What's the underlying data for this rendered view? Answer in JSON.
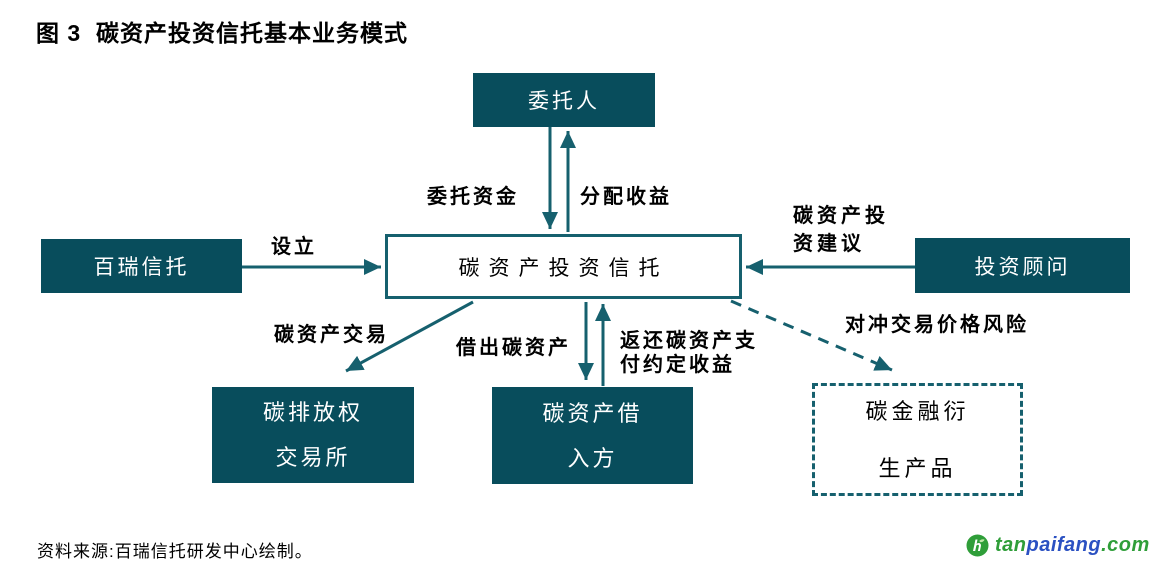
{
  "title": "图 3  碳资产投资信托基本业务模式",
  "nodes": {
    "client": "委托人",
    "trust": "碳资产投资信托",
    "bairui": "百瑞信托",
    "advisor": "投资顾问",
    "exchange": "碳排放权\n交易所",
    "borrower": "碳资产借\n入方",
    "derivatives": "碳金融衍\n生产品"
  },
  "edges": {
    "entrust": "委托资金",
    "distribute": "分配收益",
    "establish": "设立",
    "advice": "碳资产投\n资建议",
    "trading": "碳资产交易",
    "lend": "借出碳资产",
    "repay": "返还碳资产支\n付约定收益",
    "hedge": "对冲交易价格风险"
  },
  "footer": {
    "source": "资料来源:百瑞信托研发中心绘制。",
    "logo": {
      "tan": "tan",
      "paifang": "paifang",
      "com": ".com"
    }
  },
  "colors": {
    "box_fill": "#084d5c",
    "line": "#16606e",
    "logo_green": "#2f9e39",
    "logo_blue": "#2b51c2"
  }
}
